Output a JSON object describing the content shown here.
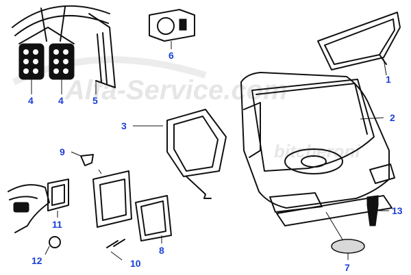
{
  "colors": {
    "callout": "#1a3fd6",
    "ink": "#111111",
    "watermark": "#e6e6e6",
    "background": "#ffffff"
  },
  "watermark": {
    "line1": "Alfa-Service.com",
    "line2": "bitcheroni"
  },
  "callouts": {
    "c1": "1",
    "c2": "2",
    "c3": "3",
    "c4a": "4",
    "c4b": "4",
    "c5": "5",
    "c6": "6",
    "c7": "7",
    "c8": "8",
    "c9": "9",
    "c10": "10",
    "c11": "11",
    "c12": "12",
    "c13": "13"
  }
}
